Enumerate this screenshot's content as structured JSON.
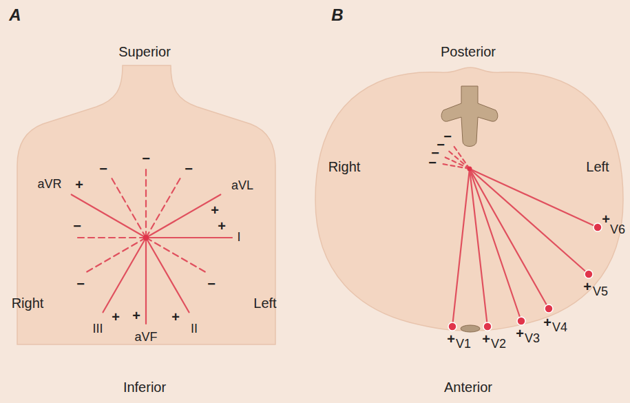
{
  "diagram": {
    "labels": [
      "A",
      "Superior",
      "aVR",
      "+",
      "−",
      "−",
      "−",
      "aVL",
      "+",
      "+",
      "I",
      "−",
      "−",
      "−",
      "Right",
      "Left",
      "+",
      "III",
      "+",
      "aVF",
      "+",
      "II",
      "Inferior",
      "B",
      "Posterior",
      "−",
      "−",
      "−",
      "−",
      "Right",
      "Left",
      "+",
      "V6",
      "+",
      "V5",
      "+",
      "V4",
      "+",
      "V3",
      "+",
      "V2",
      "+",
      "V1",
      "Anterior"
    ]
  }
}
